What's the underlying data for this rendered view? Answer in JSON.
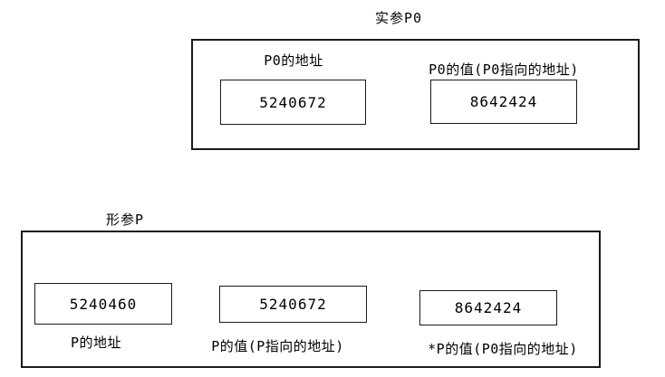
{
  "diagram": {
    "colors": {
      "border": "#1a1a1a",
      "text": "#000000",
      "background": "#ffffff"
    },
    "actual_param": {
      "title": "实参P0",
      "cells": [
        {
          "label": "P0的地址",
          "value": "5240672"
        },
        {
          "label": "P0的值(P0指向的地址)",
          "value": "8642424"
        }
      ]
    },
    "formal_param": {
      "title": "形参P",
      "cells": [
        {
          "value": "5240460",
          "label": "P的地址"
        },
        {
          "value": "5240672",
          "label": "P的值(P指向的地址)"
        },
        {
          "value": "8642424",
          "label": "*P的值(P0指向的地址)"
        }
      ]
    }
  }
}
